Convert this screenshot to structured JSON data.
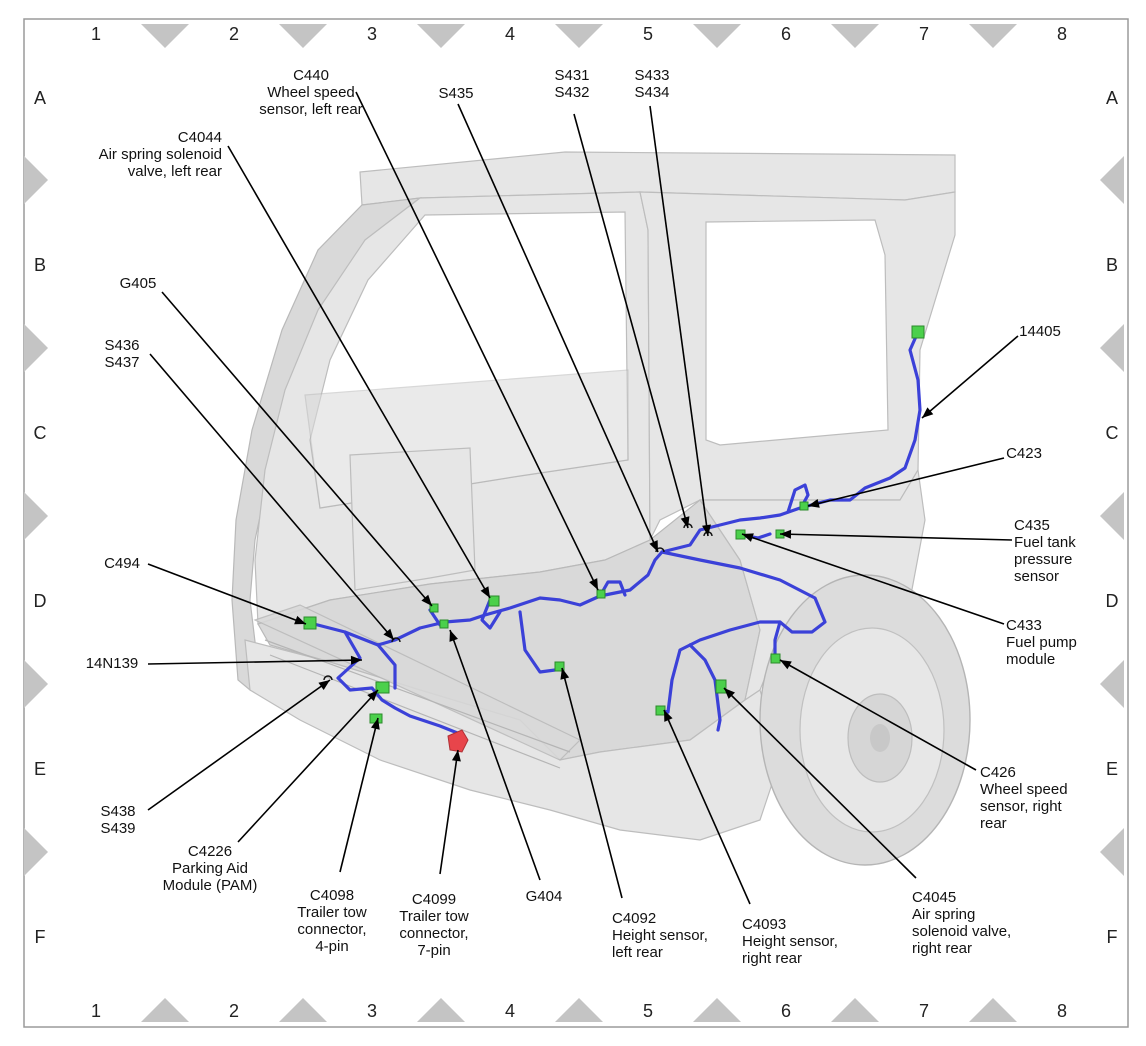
{
  "grid": {
    "columns": [
      "1",
      "2",
      "3",
      "4",
      "5",
      "6",
      "7",
      "8"
    ],
    "rows": [
      "A",
      "B",
      "C",
      "D",
      "E",
      "F"
    ]
  },
  "callouts": {
    "c440": [
      "C440",
      "Wheel speed",
      "sensor, left rear"
    ],
    "c4044": [
      "C4044",
      "Air spring solenoid",
      "valve, left rear"
    ],
    "s435": [
      "S435"
    ],
    "s431": [
      "S431",
      "S432"
    ],
    "s433": [
      "S433",
      "S434"
    ],
    "g405": [
      "G405"
    ],
    "s436": [
      "S436",
      "S437"
    ],
    "c14405": [
      "14405"
    ],
    "c423": [
      "C423"
    ],
    "c435": [
      "C435",
      "Fuel tank",
      "pressure",
      "sensor"
    ],
    "c494": [
      "C494"
    ],
    "c433": [
      "C433",
      "Fuel pump",
      "module"
    ],
    "n14n139": [
      "14N139"
    ],
    "c426": [
      "C426",
      "Wheel speed",
      "sensor, right",
      "rear"
    ],
    "s438": [
      "S438",
      "S439"
    ],
    "c4226": [
      "C4226",
      "Parking Aid",
      "Module (PAM)"
    ],
    "c4098": [
      "C4098",
      "Trailer tow",
      "connector,",
      "4-pin"
    ],
    "c4099": [
      "C4099",
      "Trailer tow",
      "connector,",
      "7-pin"
    ],
    "g404": [
      "G404"
    ],
    "c4092": [
      "C4092",
      "Height sensor,",
      "left rear"
    ],
    "c4093": [
      "C4093",
      "Height sensor,",
      "right rear"
    ],
    "c4045": [
      "C4045",
      "Air spring",
      "solenoid valve,",
      "right rear"
    ]
  },
  "colors": {
    "harness": "#3b41d8",
    "connector": "#4bd04b",
    "trailer_7pin": "#e8454b",
    "frame_marker": "#c4c4c4"
  }
}
